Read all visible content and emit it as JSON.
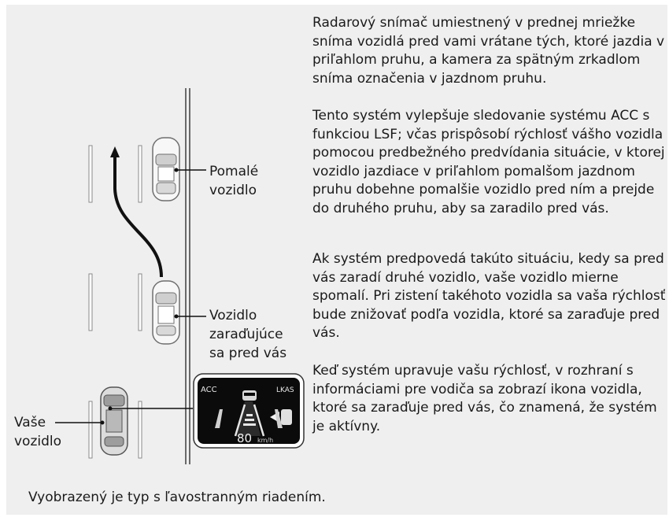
{
  "labels": {
    "slow_vehicle": [
      "Pomalé",
      "vozidlo"
    ],
    "cutting_vehicle": [
      "Vozidlo",
      "zaraďujúce",
      "sa pred vás"
    ],
    "your_vehicle": [
      "Vaše",
      "vozidlo"
    ]
  },
  "paragraphs": [
    "Radarový snímač umiestnený v prednej mriežke sníma vozidlá pred vami vrátane tých, ktoré jazdia v priľahlom pruhu, a kamera za spätným zrkadlom sníma označenia v jazdnom pruhu.",
    "Tento systém vylepšuje sledovanie systému ACC s funkciou LSF; včas prispôsobí rýchlosť vášho vozidla pomocou predbežného predvídania situácie, v ktorej vozidlo jazdiace v priľahlom pomalšom jazdnom pruhu dobehne pomalšie vozidlo pred ním a prejde do druhého pruhu, aby sa zaradilo pred vás.",
    "Ak systém predpovedá takúto situáciu, kedy sa pred vás zaradí druhé vozidlo, vaše vozidlo mierne spomalí. Pri zistení takéhoto vozidla sa vaša rýchlosť bude znižovať podľa vozidla, ktoré sa zaraďuje pred vás.",
    "Keď systém upravuje vašu rýchlosť, v rozhraní s informáciami pre vodiča sa zobrazí ikona vozidla, ktoré sa zaraďuje pred vás, čo znamená, že systém je aktívny."
  ],
  "hud": {
    "acc": "ACC",
    "lkas": "LKAS",
    "speed": "80",
    "unit": "km/h"
  },
  "footer": "Vyobrazený je typ s ľavostranným riadením."
}
